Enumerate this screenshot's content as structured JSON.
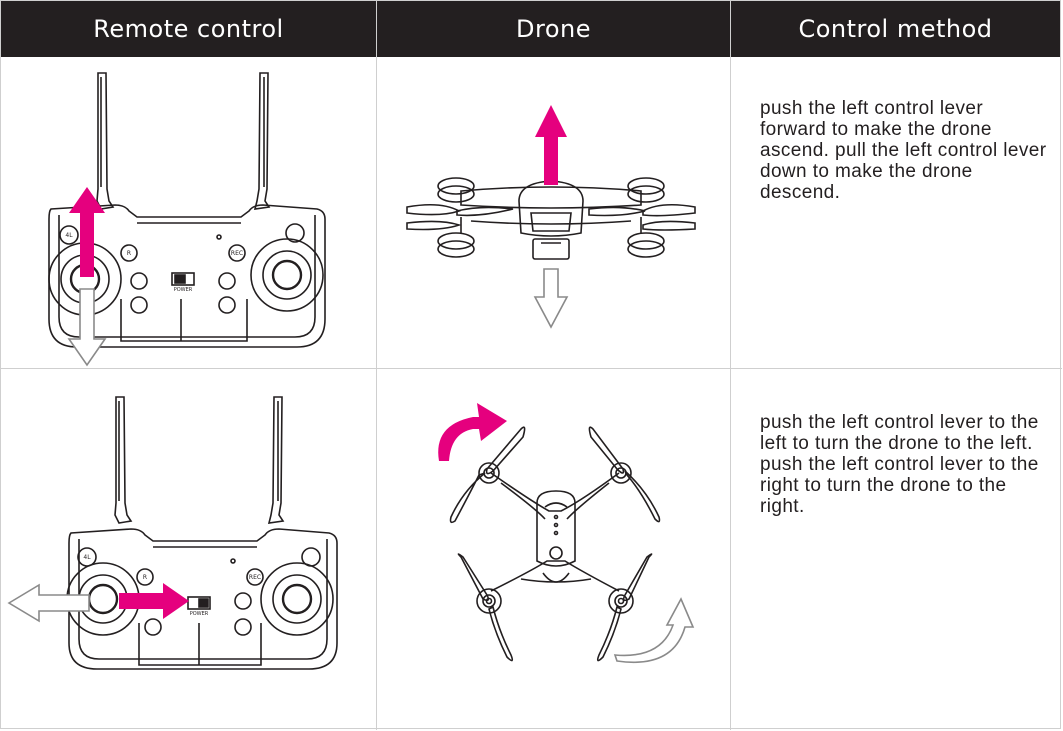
{
  "headers": {
    "remote_control": "Remote control",
    "drone": "Drone",
    "control_method": "Control method"
  },
  "rows": [
    {
      "description": "push the left control lever forward to make the drone ascend. pull the left control lever down to make the drone descend."
    },
    {
      "description": "push the left control lever to the left to turn the drone to the left. push the left control lever to the right to turn the drone to the right."
    }
  ],
  "controller": {
    "power_label": "POWER"
  },
  "colors": {
    "header_bg": "#231f20",
    "accent_arrow": "#e5007e",
    "grid_line": "#cfcfcf"
  },
  "icons": [
    "remote-controller-illustration",
    "drone-front-illustration",
    "drone-top-illustration",
    "up-arrow-icon",
    "down-arrow-icon",
    "left-arrow-icon",
    "right-arrow-icon",
    "rotate-left-arrow-icon",
    "rotate-right-arrow-icon"
  ]
}
